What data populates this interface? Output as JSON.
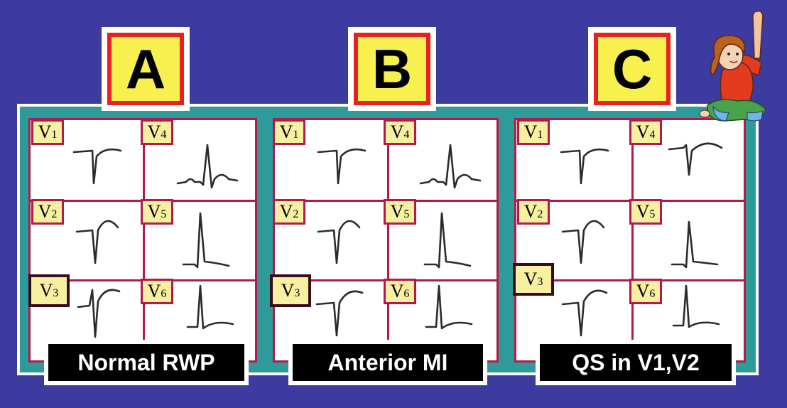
{
  "panels": [
    {
      "letter": "A",
      "caption": "Normal RWP",
      "leads": [
        {
          "main": "V",
          "sub": "1"
        },
        {
          "main": "V",
          "sub": "4"
        },
        {
          "main": "V",
          "sub": "2"
        },
        {
          "main": "V",
          "sub": "5"
        },
        {
          "main": "V",
          "sub": "3"
        },
        {
          "main": "V",
          "sub": "6"
        }
      ]
    },
    {
      "letter": "B",
      "caption": "Anterior MI",
      "leads": [
        {
          "main": "V",
          "sub": "1"
        },
        {
          "main": "V",
          "sub": "4"
        },
        {
          "main": "V",
          "sub": "2"
        },
        {
          "main": "V",
          "sub": "5"
        },
        {
          "main": "V",
          "sub": "3"
        },
        {
          "main": "V",
          "sub": "6"
        }
      ]
    },
    {
      "letter": "C",
      "caption": "QS in V1,V2",
      "leads": [
        {
          "main": "V",
          "sub": "1"
        },
        {
          "main": "V",
          "sub": "4"
        },
        {
          "main": "V",
          "sub": "2"
        },
        {
          "main": "V",
          "sub": "5"
        },
        {
          "main": "V",
          "sub": "3"
        },
        {
          "main": "V",
          "sub": "6"
        }
      ]
    }
  ],
  "colors": {
    "background": "#3d3aa0",
    "band": "#2f9a9a",
    "grid_border": "#b31a4a",
    "letter_fill": "#f7f04f",
    "letter_border": "#e8201f",
    "lead_fill": "#f7f0a0"
  },
  "decorations": {
    "mascot_icon": "girl-raising-hand-icon"
  }
}
